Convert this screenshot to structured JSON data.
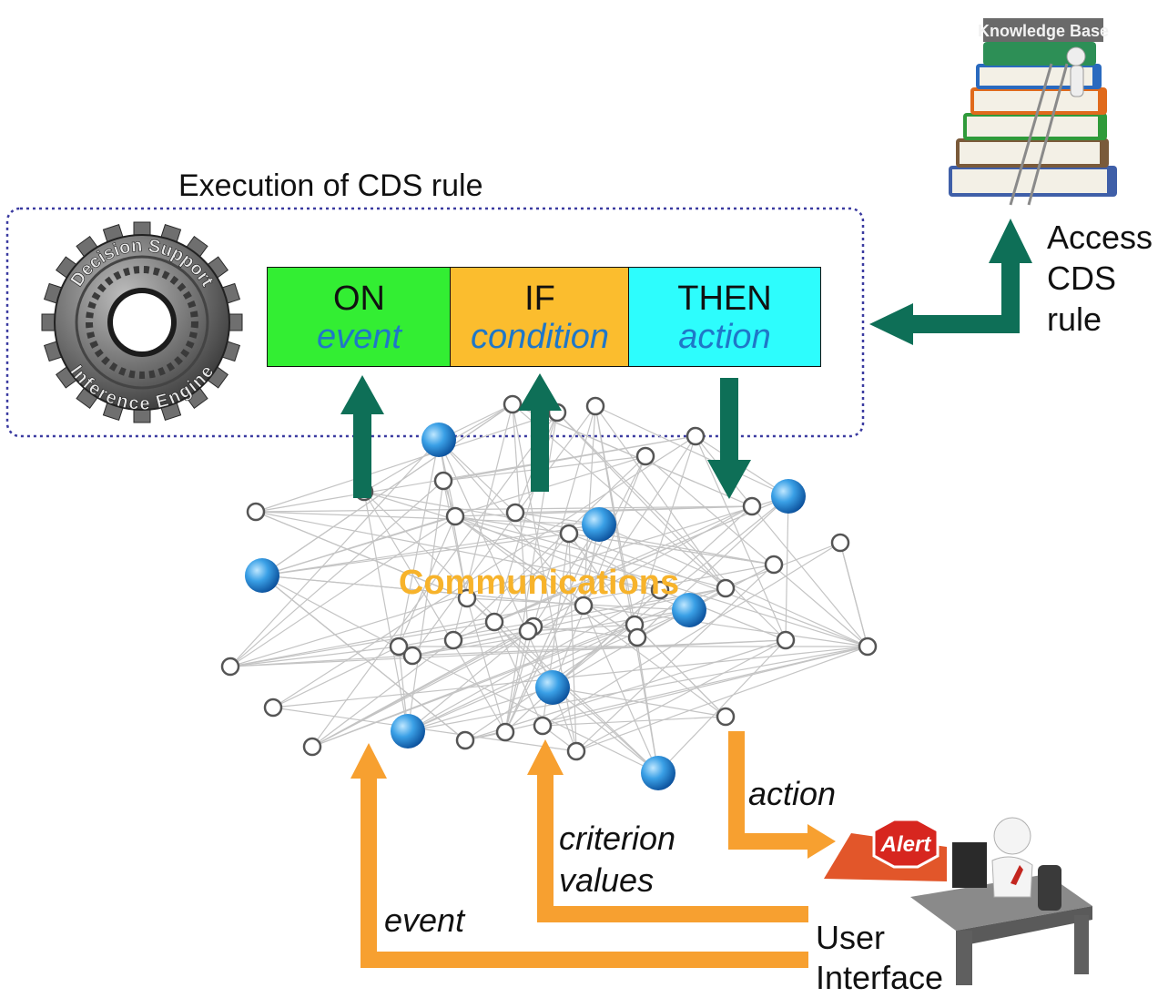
{
  "title": "Execution of CDS rule",
  "engine_badge": {
    "top_text": "Decision Support",
    "bottom_text": "Inference Engine"
  },
  "knowledge_base": {
    "sign_text": "Knowledge Base",
    "label": "Access\nCDS\nrule"
  },
  "rule": [
    {
      "keyword": "ON",
      "sub": "event",
      "color": "#33ee33"
    },
    {
      "keyword": "IF",
      "sub": "condition",
      "color": "#fbbd2e"
    },
    {
      "keyword": "THEN",
      "sub": "action",
      "color": "#2dfdfd"
    }
  ],
  "network": {
    "label": "Communications",
    "label_color": "#f7b32b"
  },
  "ui_flows": {
    "action": "action",
    "criterion": "criterion\nvalues",
    "event": "event"
  },
  "alert_text": "Alert",
  "user_interface": "User\nInterface",
  "colors": {
    "green_arrow": "#0e6f57",
    "orange_arrow": "#f7a030",
    "dotted_border": "#3a3aa0",
    "hub_node": "#3aa0e6"
  }
}
